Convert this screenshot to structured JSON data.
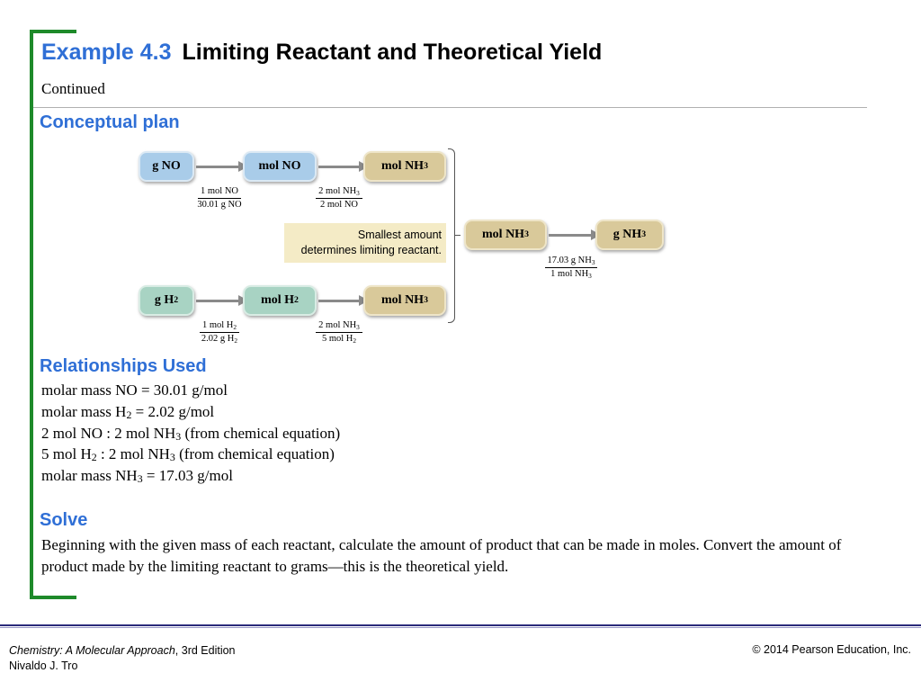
{
  "title": {
    "example": "Example 4.3",
    "main": "Limiting Reactant and Theoretical Yield"
  },
  "continued": "Continued",
  "conceptual_plan": {
    "heading": "Conceptual plan",
    "row1": [
      "g NO",
      "mol NO",
      "mol NH"
    ],
    "row2": [
      "g H",
      "mol H",
      "mol NH"
    ],
    "product": [
      "mol NH",
      "g NH"
    ],
    "sub3": "3",
    "sub2": "2",
    "frac1": {
      "num": "1 mol NO",
      "den": "30.01 g NO"
    },
    "frac2": {
      "num": "2 mol NH",
      "num_sub": "3",
      "den": "2 mol NO"
    },
    "frac3": {
      "num": "1 mol H",
      "num_sub": "2",
      "den": "2.02 g H",
      "den_sub": "2"
    },
    "frac4": {
      "num": "2 mol NH",
      "num_sub": "3",
      "den": "5 mol H",
      "den_sub": "2"
    },
    "frac5": {
      "num": "17.03 g NH",
      "num_sub": "3",
      "den": "1 mol NH",
      "den_sub": "3"
    },
    "callout_line1": "Smallest amount",
    "callout_line2": "determines limiting reactant."
  },
  "relationships": {
    "heading": "Relationships Used",
    "line1": "molar mass NO = 30.01 g/mol",
    "line2_a": "molar mass H",
    "line2_sub": "2",
    "line2_b": " = 2.02 g/mol",
    "line3_a": "2 mol NO : 2 mol NH",
    "line3_sub": "3",
    "line3_b": " (from chemical equation)",
    "line4_a": "5 mol H",
    "line4_sub1": "2",
    "line4_b": " : 2 mol NH",
    "line4_sub2": "3",
    "line4_c": " (from chemical equation)",
    "line5_a": "molar mass NH",
    "line5_sub": "3",
    "line5_b": " = 17.03 g/mol"
  },
  "solve": {
    "heading": "Solve",
    "text": "Beginning with the given mass of each reactant, calculate the amount of product that can be made in moles. Convert the amount of product made by the limiting reactant to grams—this is the theoretical yield."
  },
  "footer": {
    "book": "Chemistry: A Molecular Approach",
    "edition": ", 3rd Edition",
    "author": "Nivaldo J. Tro",
    "copyright": "© 2014 Pearson Education, Inc."
  },
  "colors": {
    "accent": "#2f6fd6",
    "bracket": "#1e8a2a",
    "blue_box": "#a9cce9",
    "green_box": "#a8d3c3",
    "tan_box": "#d9c99a"
  }
}
